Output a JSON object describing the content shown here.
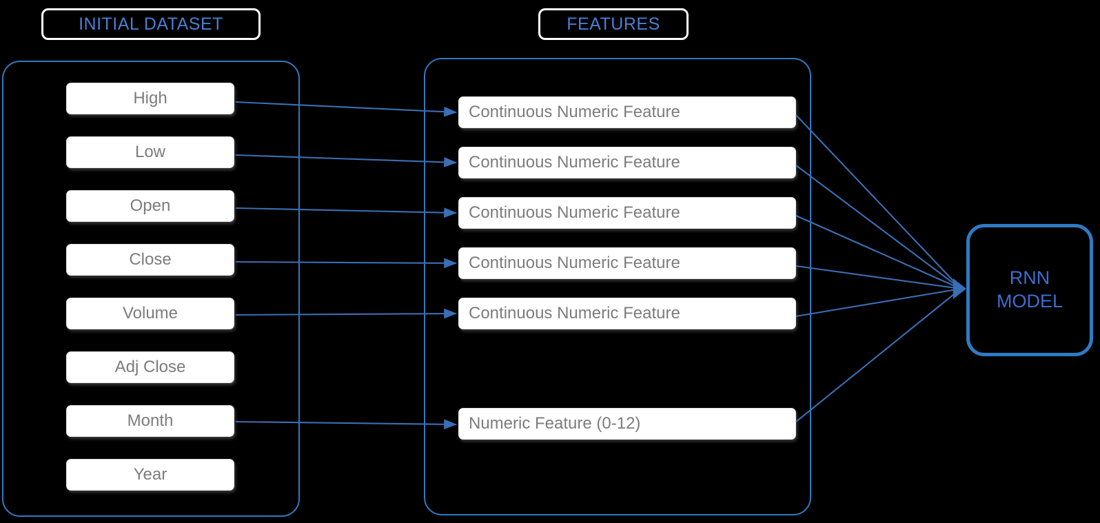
{
  "sections": {
    "initial_dataset": {
      "pill_label": "INITIAL DATASET",
      "items": [
        {
          "label": "High"
        },
        {
          "label": "Low"
        },
        {
          "label": "Open"
        },
        {
          "label": "Close"
        },
        {
          "label": "Volume"
        },
        {
          "label": "Adj Close"
        },
        {
          "label": "Month"
        },
        {
          "label": "Year"
        }
      ]
    },
    "features": {
      "pill_label": "FEATURES",
      "items": [
        {
          "label": "Continuous Numeric Feature"
        },
        {
          "label": "Continuous Numeric Feature"
        },
        {
          "label": "Continuous Numeric Feature"
        },
        {
          "label": "Continuous Numeric Feature"
        },
        {
          "label": "Continuous Numeric Feature"
        },
        {
          "label": "Numeric Feature (0-12)"
        }
      ]
    }
  },
  "model": {
    "line1": "RNN",
    "line2": "MODEL"
  },
  "colors": {
    "accent_blue": "#2e7bc4",
    "pill_text_blue": "#4a7fd4",
    "model_text_blue": "#3a6fd0",
    "connector_blue": "#3a6fb5",
    "item_text_gray": "#7c7c7c",
    "item_fill_white": "#ffffff",
    "pill_border_white": "#ffffff",
    "background": "#000000"
  }
}
